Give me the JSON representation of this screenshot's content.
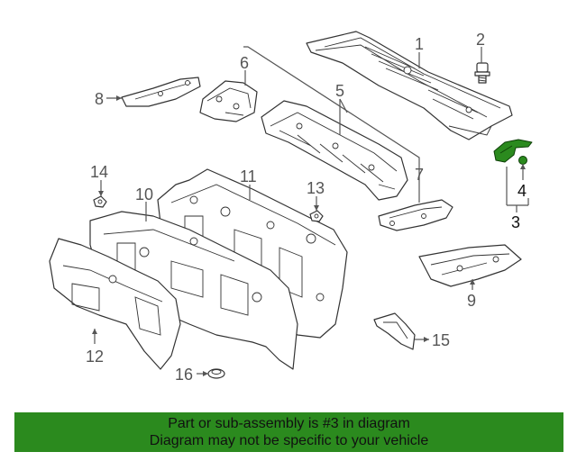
{
  "callouts": {
    "c1": "1",
    "c2": "2",
    "c3": "3",
    "c4": "4",
    "c5": "5",
    "c6": "6",
    "c7": "7",
    "c8": "8",
    "c9": "9",
    "c10": "10",
    "c11": "11",
    "c12": "12",
    "c13": "13",
    "c14": "14",
    "c15": "15",
    "c16": "16"
  },
  "highlighted_part": "3",
  "colors": {
    "banner": "#2b8a1e",
    "highlight": "#2b8a1e",
    "lines": "#555555"
  },
  "banner": {
    "line1": "Part or sub-assembly is #3 in diagram",
    "line2": "Diagram may not be specific to your vehicle"
  }
}
